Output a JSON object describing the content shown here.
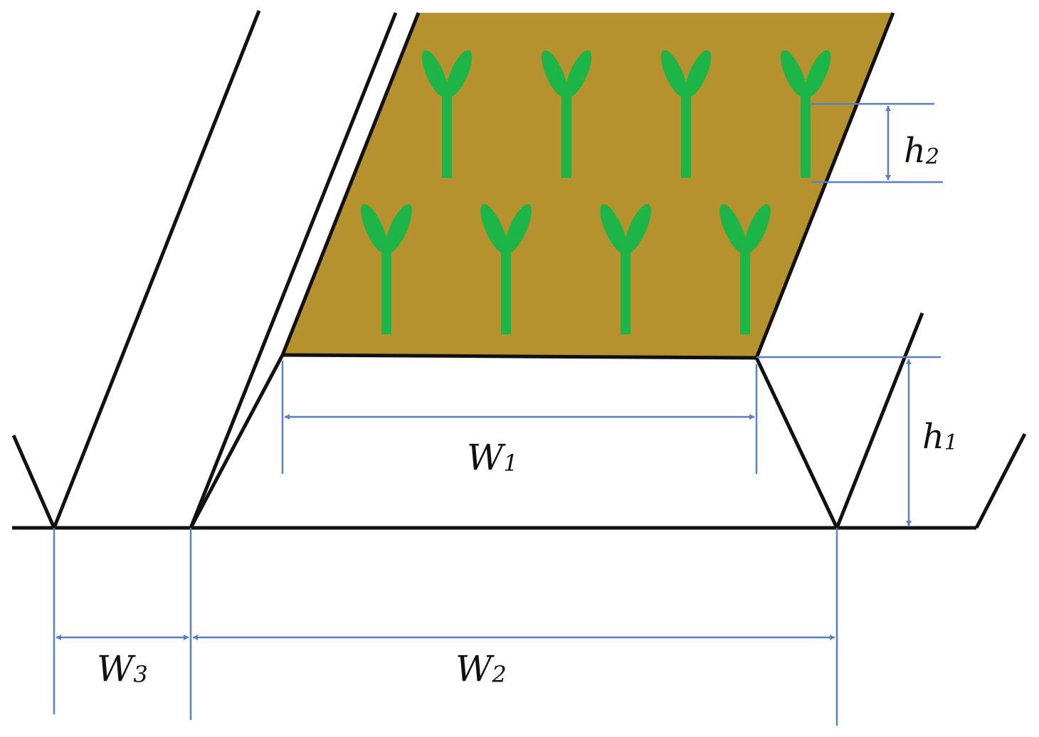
{
  "colors": {
    "soil": "#b5922e",
    "plant": "#1db448",
    "outline": "#111111",
    "dimension": "#5a80bd"
  },
  "labels": {
    "w1": {
      "base": "W",
      "sub": "1"
    },
    "w2": {
      "base": "W",
      "sub": "2"
    },
    "w3": {
      "base": "W",
      "sub": "3"
    },
    "h1": {
      "base": "h",
      "sub": "1"
    },
    "h2": {
      "base": "h",
      "sub": "2"
    }
  },
  "plants": {
    "top_row_count": 4,
    "bottom_row_count": 4
  }
}
